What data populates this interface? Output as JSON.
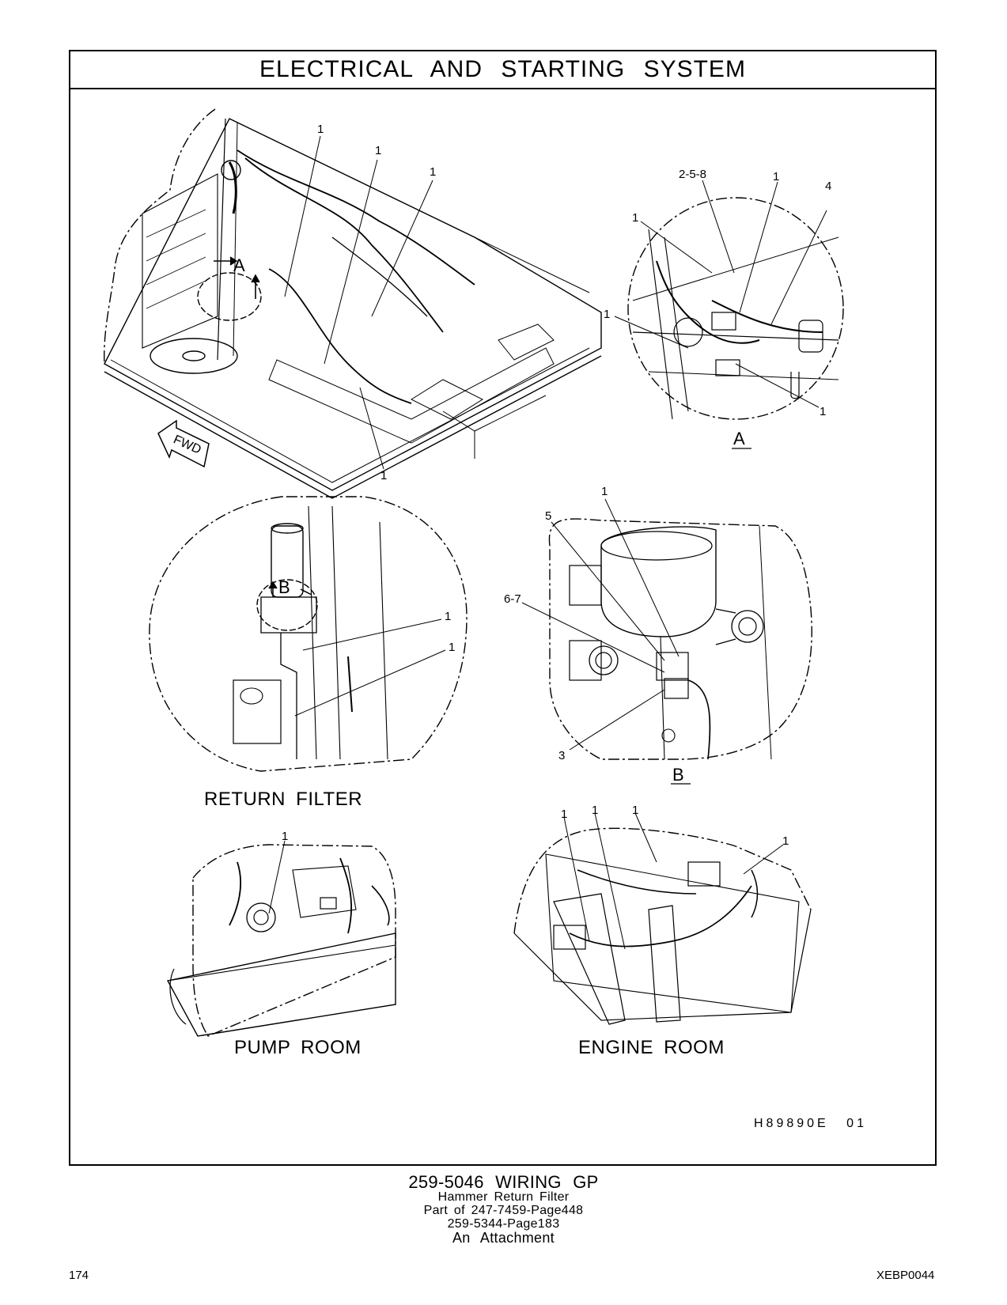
{
  "header": {
    "title": "ELECTRICAL AND STARTING SYSTEM"
  },
  "views": {
    "main_callouts": [
      "1",
      "1",
      "1",
      "1"
    ],
    "main_detail_markers": [
      "A"
    ],
    "fwd_arrow": "FWD",
    "detail_a": {
      "letter": "A",
      "callouts": [
        "2-5-8",
        "1",
        "4",
        "1",
        "1",
        "1"
      ]
    },
    "return_filter": {
      "label": "RETURN FILTER",
      "marker": "B",
      "callouts": [
        "1",
        "1"
      ]
    },
    "detail_b": {
      "letter": "B",
      "callouts": [
        "1",
        "5",
        "6-7",
        "3"
      ]
    },
    "pump_room": {
      "label": "PUMP ROOM",
      "callouts": [
        "1"
      ]
    },
    "engine_room": {
      "label": "ENGINE ROOM",
      "callouts": [
        "1",
        "1",
        "1",
        "1"
      ]
    }
  },
  "illustration_ref": "H89890E 01",
  "footer": {
    "part_number_title": "259-5046 WIRING GP",
    "line2": "Hammer Return Filter",
    "line3": "Part of 247-7459-Page448",
    "line4": "259-5344-Page183",
    "line5": "An Attachment"
  },
  "page": {
    "number": "174",
    "doc_id": "XEBP0044"
  }
}
